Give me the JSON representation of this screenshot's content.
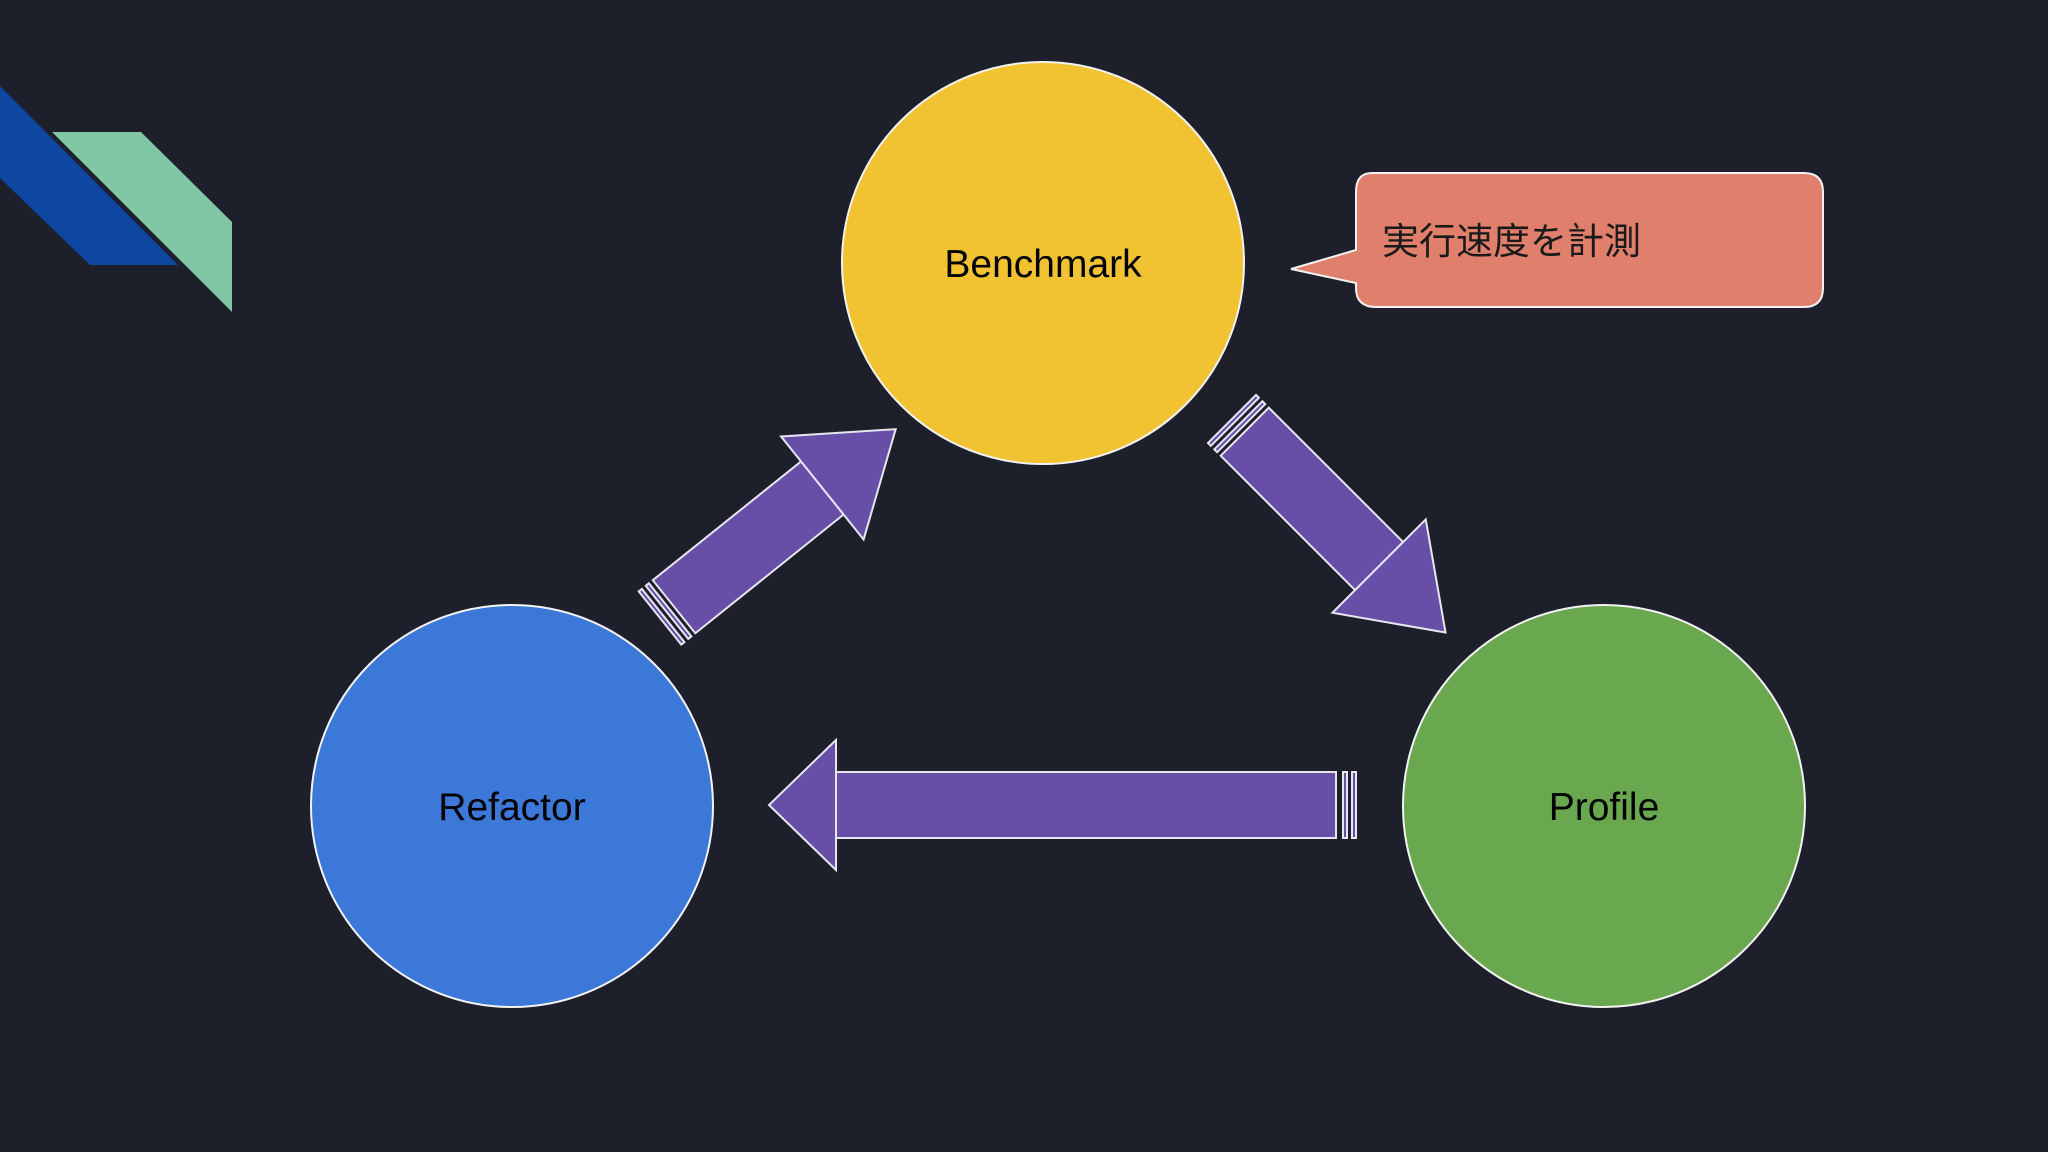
{
  "nodes": {
    "benchmark": {
      "label": "Benchmark",
      "color": "#f1c232"
    },
    "profile": {
      "label": "Profile",
      "color": "#6aa84f"
    },
    "refactor": {
      "label": "Refactor",
      "color": "#3c78d8"
    }
  },
  "callout": {
    "text": "実行速度を計測",
    "color": "#e07f6b"
  },
  "arrows": {
    "color": "#674ea7",
    "outline": "#e6e6f0"
  },
  "decoration": {
    "dark_color": "#0d47a1",
    "light_color": "#81c7a5"
  },
  "background": "#1d1f2b"
}
